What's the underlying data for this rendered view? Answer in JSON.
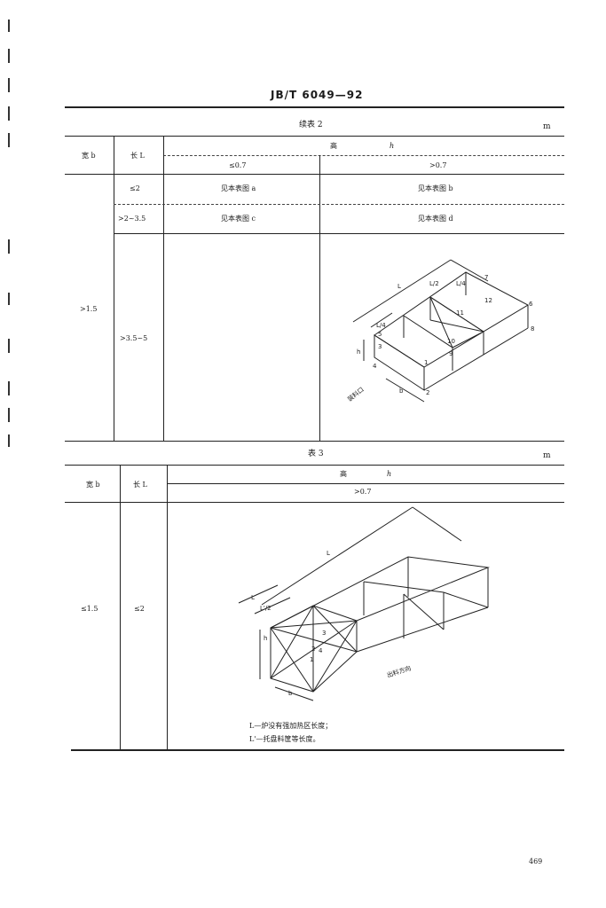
{
  "header": {
    "standard_number": "JB/T 6049—92"
  },
  "table_cont": {
    "title": "续表 2",
    "unit": "m",
    "col_width": "宽 b",
    "col_length": "长 L",
    "col_height": "高",
    "col_height_sym": "h",
    "h_le": "≤0.7",
    "h_gt": ">0.7",
    "rows": [
      {
        "length": "≤2",
        "a": "见本表图 a",
        "b": "见本表图 b"
      },
      {
        "length": ">2~3.5",
        "a": "见本表图 c",
        "b": "见本表图 d"
      },
      {
        "length": ">3.5~5"
      }
    ],
    "width_value": ">1.5"
  },
  "figure_d": {
    "L": "L",
    "L2": "L/2",
    "L4a": "L/4",
    "L4b": "L/4",
    "h": "h",
    "b": "b",
    "direction": "装料口",
    "n1": "1",
    "n2": "2",
    "n3": "3",
    "n4": "4",
    "n5": "5",
    "n6": "6",
    "n7": "7",
    "n8": "8",
    "n9": "9",
    "n10": "10",
    "n11": "11",
    "n12": "12"
  },
  "table3": {
    "title": "表 3",
    "unit": "m",
    "col_width": "宽 b",
    "col_length": "长 L",
    "col_height": "高",
    "col_height_sym": "h",
    "h_gt": ">0.7",
    "width_value": "≤1.5",
    "length_value": "≤2"
  },
  "figure_3": {
    "L": "L",
    "Lsub": "L",
    "L2": "L'/2",
    "h": "h",
    "b": "b",
    "direction": "出料方向",
    "n1": "1",
    "n2": "2",
    "n3": "3",
    "n4": "4"
  },
  "notes": [
    "L—炉没有强加热区长度；",
    "L'—托盘料筐等长度。"
  ],
  "page_number": "469"
}
